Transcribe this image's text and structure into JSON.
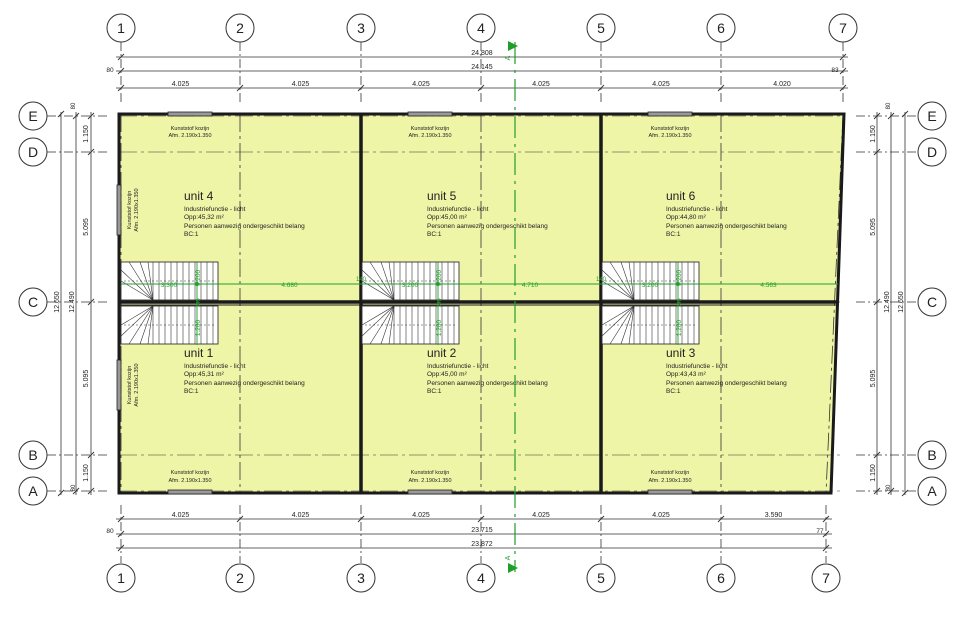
{
  "grid": {
    "columns": [
      "1",
      "2",
      "3",
      "4",
      "5",
      "6",
      "7"
    ],
    "rows": [
      "E",
      "D",
      "C",
      "B",
      "A"
    ]
  },
  "dimensions": {
    "top": {
      "overall": "24.808",
      "inner": "24.145",
      "offset_left": "80",
      "offset_right": "83",
      "spans": [
        "4.025",
        "4.025",
        "4.025",
        "4.025",
        "4.025",
        "4.020"
      ]
    },
    "bottom": {
      "overall": "23.872",
      "inner": "23.715",
      "offset_left": "80",
      "offset_right": "77",
      "spans": [
        "4.025",
        "4.025",
        "4.025",
        "4.025",
        "4.025",
        "3.590"
      ]
    },
    "left": {
      "spans": [
        "1.150",
        "5.095",
        "5.095",
        "1.150"
      ],
      "offset_top": "80",
      "offset_bottom": "80",
      "inner": "12.490",
      "overall": "12.650"
    },
    "right": {
      "spans": [
        "1.150",
        "5.095",
        "5.095",
        "1.150"
      ],
      "offset_top": "80",
      "offset_bottom": "80",
      "inner": "12.490",
      "overall": "12.650"
    }
  },
  "units": [
    {
      "name": "unit 4",
      "function": "Industriefunctie - licht",
      "area": "Opp:45,32 m²",
      "persons": "Personen aanwezig ondergeschikt belang",
      "bc": "BC:1"
    },
    {
      "name": "unit 5",
      "function": "Industriefunctie - licht",
      "area": "Opp:45,00 m²",
      "persons": "Personen aanwezig ondergeschikt belang",
      "bc": "BC:1"
    },
    {
      "name": "unit 6",
      "function": "Industriefunctie - licht",
      "area": "Opp:44,80 m²",
      "persons": "Personen aanwezig ondergeschikt belang",
      "bc": "BC:1"
    },
    {
      "name": "unit 1",
      "function": "Industriefunctie - licht",
      "area": "Opp:45,31 m²",
      "persons": "Personen aanwezig ondergeschikt belang",
      "bc": "BC:1"
    },
    {
      "name": "unit 2",
      "function": "Industriefunctie - licht",
      "area": "Opp:45,00 m²",
      "persons": "Personen aanwezig ondergeschikt belang",
      "bc": "BC:1"
    },
    {
      "name": "unit 3",
      "function": "Industriefunctie - licht",
      "area": "Opp:43,43 m²",
      "persons": "Personen aanwezig ondergeschikt belang",
      "bc": "BC:1"
    }
  ],
  "window": {
    "label": "Kunststof kozijn",
    "size": "Afm. 2.190x1.350"
  },
  "stairs": {
    "lengths": [
      "3.300",
      "3.200",
      "3.200"
    ],
    "width": "1.200",
    "gap": "140",
    "clear_spans": [
      "4.680",
      "4.710",
      "4.563"
    ]
  },
  "section": {
    "label": "A"
  },
  "colors": {
    "floor": "#eef5a6",
    "wall": "#1a1a1a",
    "dim_green": "#22a02a",
    "section_green": "#1f9e2a"
  }
}
